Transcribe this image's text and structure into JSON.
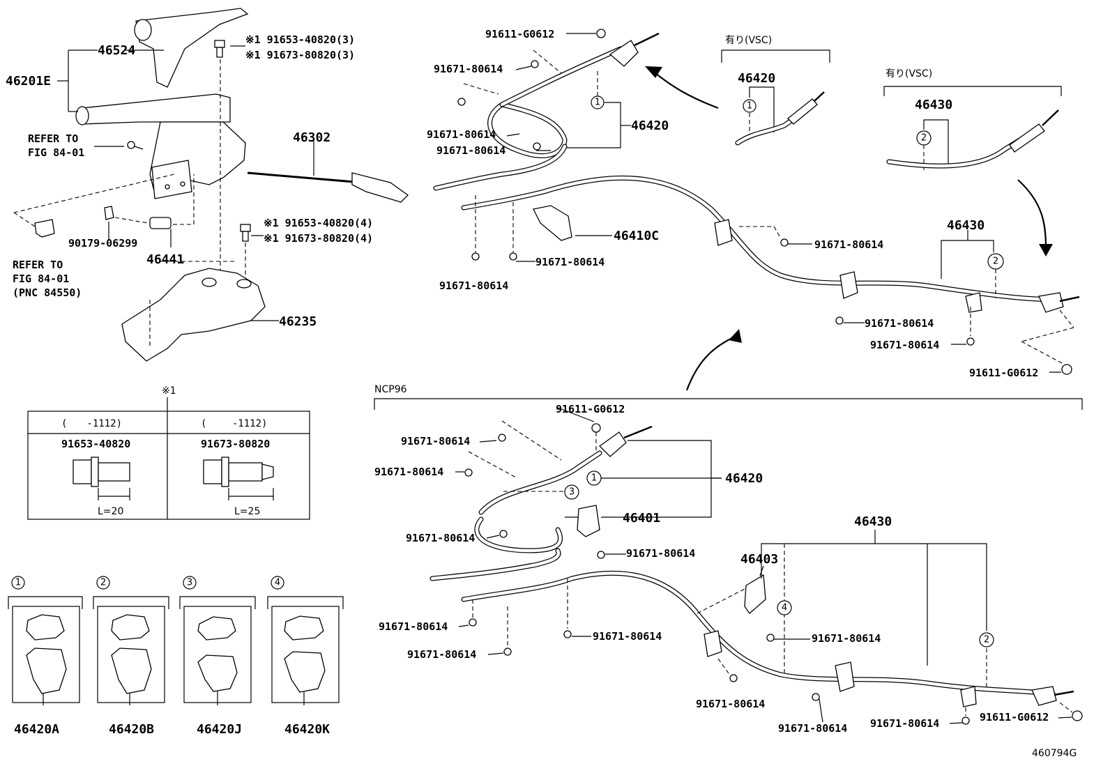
{
  "labels": {
    "p46524": "46524",
    "p46201E": "46201E",
    "refer1a": "REFER TO",
    "refer1b": "FIG 84-01",
    "refer2a": "REFER TO",
    "refer2b": "FIG 84-01",
    "refer2c": "(PNC 84550)",
    "b1a": "※1 91653-40820(3)",
    "b1b": "※1 91673-80820(3)",
    "b2a": "※1 91653-40820(4)",
    "b2b": "※1 91673-80820(4)",
    "p46302": "46302",
    "p90179": "90179-06299",
    "p46441": "46441",
    "p46235": "46235",
    "t_g0612_1": "91611-G0612",
    "t_80614_1": "91671-80614",
    "t_80614_2": "91671-80614",
    "t_80614_3": "91671-80614",
    "p46420_t": "46420",
    "p46410C": "46410C",
    "t_80614_4": "91671-80614",
    "t_80614_5": "91671-80614",
    "t_80614_6": "91671-80614",
    "vsc1": "有り(VSC)",
    "p46420_v": "46420",
    "vsc2": "有り(VSC)",
    "p46430_v": "46430",
    "p46430_t": "46430",
    "t_80614_r1": "91671-80614",
    "t_80614_r2": "91671-80614",
    "t_g0612_r": "91611-G0612",
    "ncp96": "NCP96",
    "b_g0612_1": "91611-G0612",
    "b_80614_1": "91671-80614",
    "b_80614_2": "91671-80614",
    "p46420_b": "46420",
    "p46401": "46401",
    "b_80614_3": "91671-80614",
    "b_80614_4": "91671-80614",
    "p46430_b": "46430",
    "p46403": "46403",
    "b_80614_5": "91671-80614",
    "b_80614_6": "91671-80614",
    "b_80614_7": "91671-80614",
    "b_80614_8": "91671-80614",
    "b_80614_9": "91671-80614",
    "b_80614_10": "91671-80614",
    "b_80614_11": "91671-80614",
    "b_g0612_2": "91611-G0612",
    "fig_code": "460794G"
  },
  "table": {
    "mark": "※1",
    "col1_range": "(　　-1112)",
    "col2_range": "(　　 -1112)",
    "col1_part": "91653-40820",
    "col2_part": "91673-80820",
    "col1_len": "L=20",
    "col2_len": "L=25"
  },
  "clamps": [
    {
      "num": "1",
      "part": "46420A"
    },
    {
      "num": "2",
      "part": "46420B"
    },
    {
      "num": "3",
      "part": "46420J"
    },
    {
      "num": "4",
      "part": "46420K"
    }
  ],
  "callouts": {
    "c1": "1",
    "c2": "2",
    "c3": "3",
    "c4": "4"
  }
}
